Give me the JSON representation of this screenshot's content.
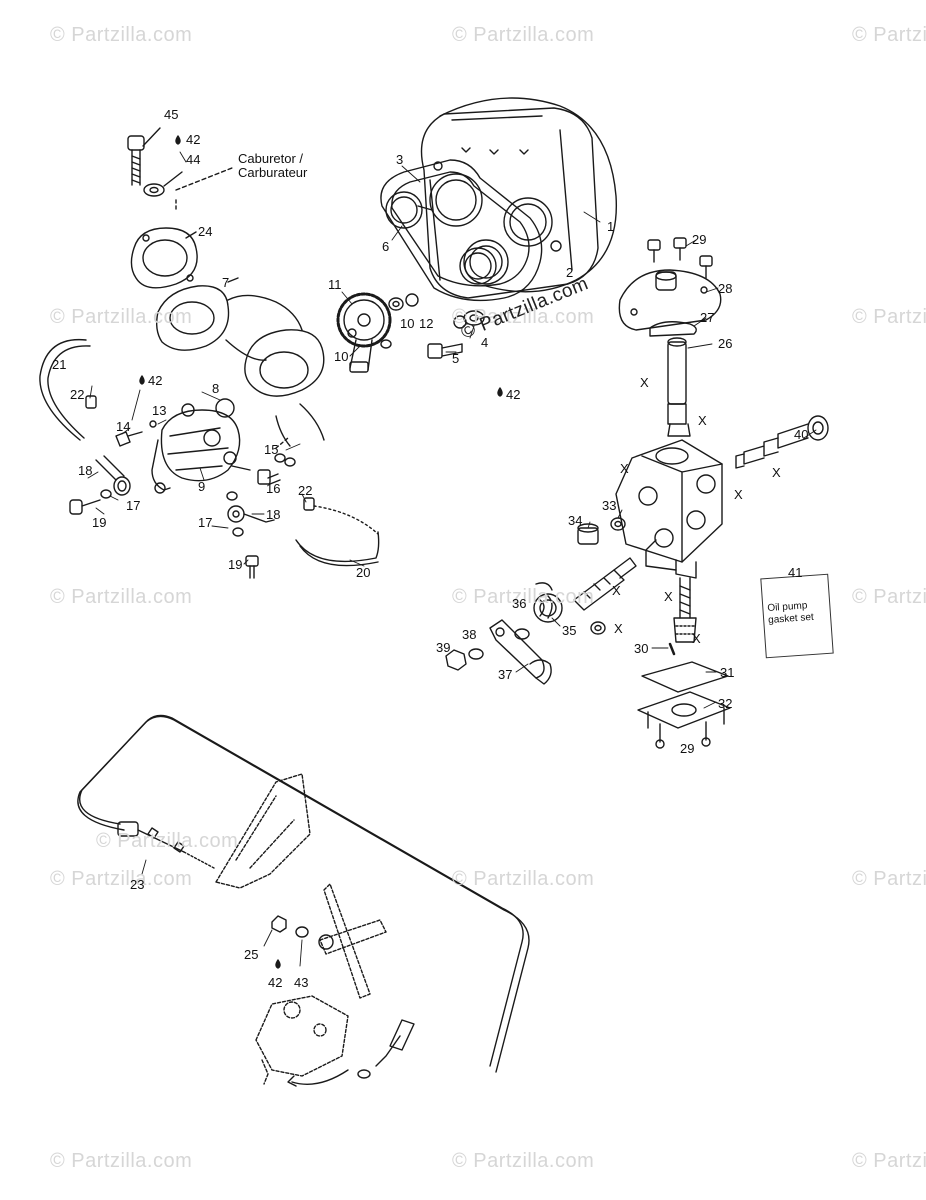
{
  "watermarks": [
    "© Partzilla.com",
    "© Partzilla.com",
    "© Partzilla.com",
    "© Partzilla.com",
    "© Partzilla.com",
    "© Partzilla.com",
    "© Partzilla.com",
    "© Partzilla.com",
    "© Partzilla.com",
    "© Partzilla.com",
    "© Partzilla.com",
    "© Partzilla.com",
    "© Partzilla.com",
    "© Partzilla.com",
    "© Partzilla.com",
    "© Partzilla.com"
  ],
  "center_watermark": "© Partzilla.com",
  "labels": {
    "carb_note_line1": "Caburetor /",
    "carb_note_line2": "Carburateur",
    "gasket_line1": "Oil pump",
    "gasket_line2": "gasket set",
    "x_marker": "X"
  },
  "callouts": [
    "45",
    "42",
    "44",
    "3",
    "1",
    "24",
    "6",
    "2",
    "7",
    "11",
    "10",
    "12",
    "4",
    "5",
    "42",
    "29",
    "28",
    "27",
    "26",
    "21",
    "22",
    "42",
    "8",
    "13",
    "14",
    "10",
    "9",
    "15",
    "18",
    "17",
    "16",
    "22",
    "19",
    "17",
    "18",
    "19",
    "20",
    "40",
    "33",
    "34",
    "36",
    "35",
    "39",
    "38",
    "37",
    "41",
    "30",
    "31",
    "32",
    "29",
    "23",
    "25",
    "42",
    "43"
  ]
}
